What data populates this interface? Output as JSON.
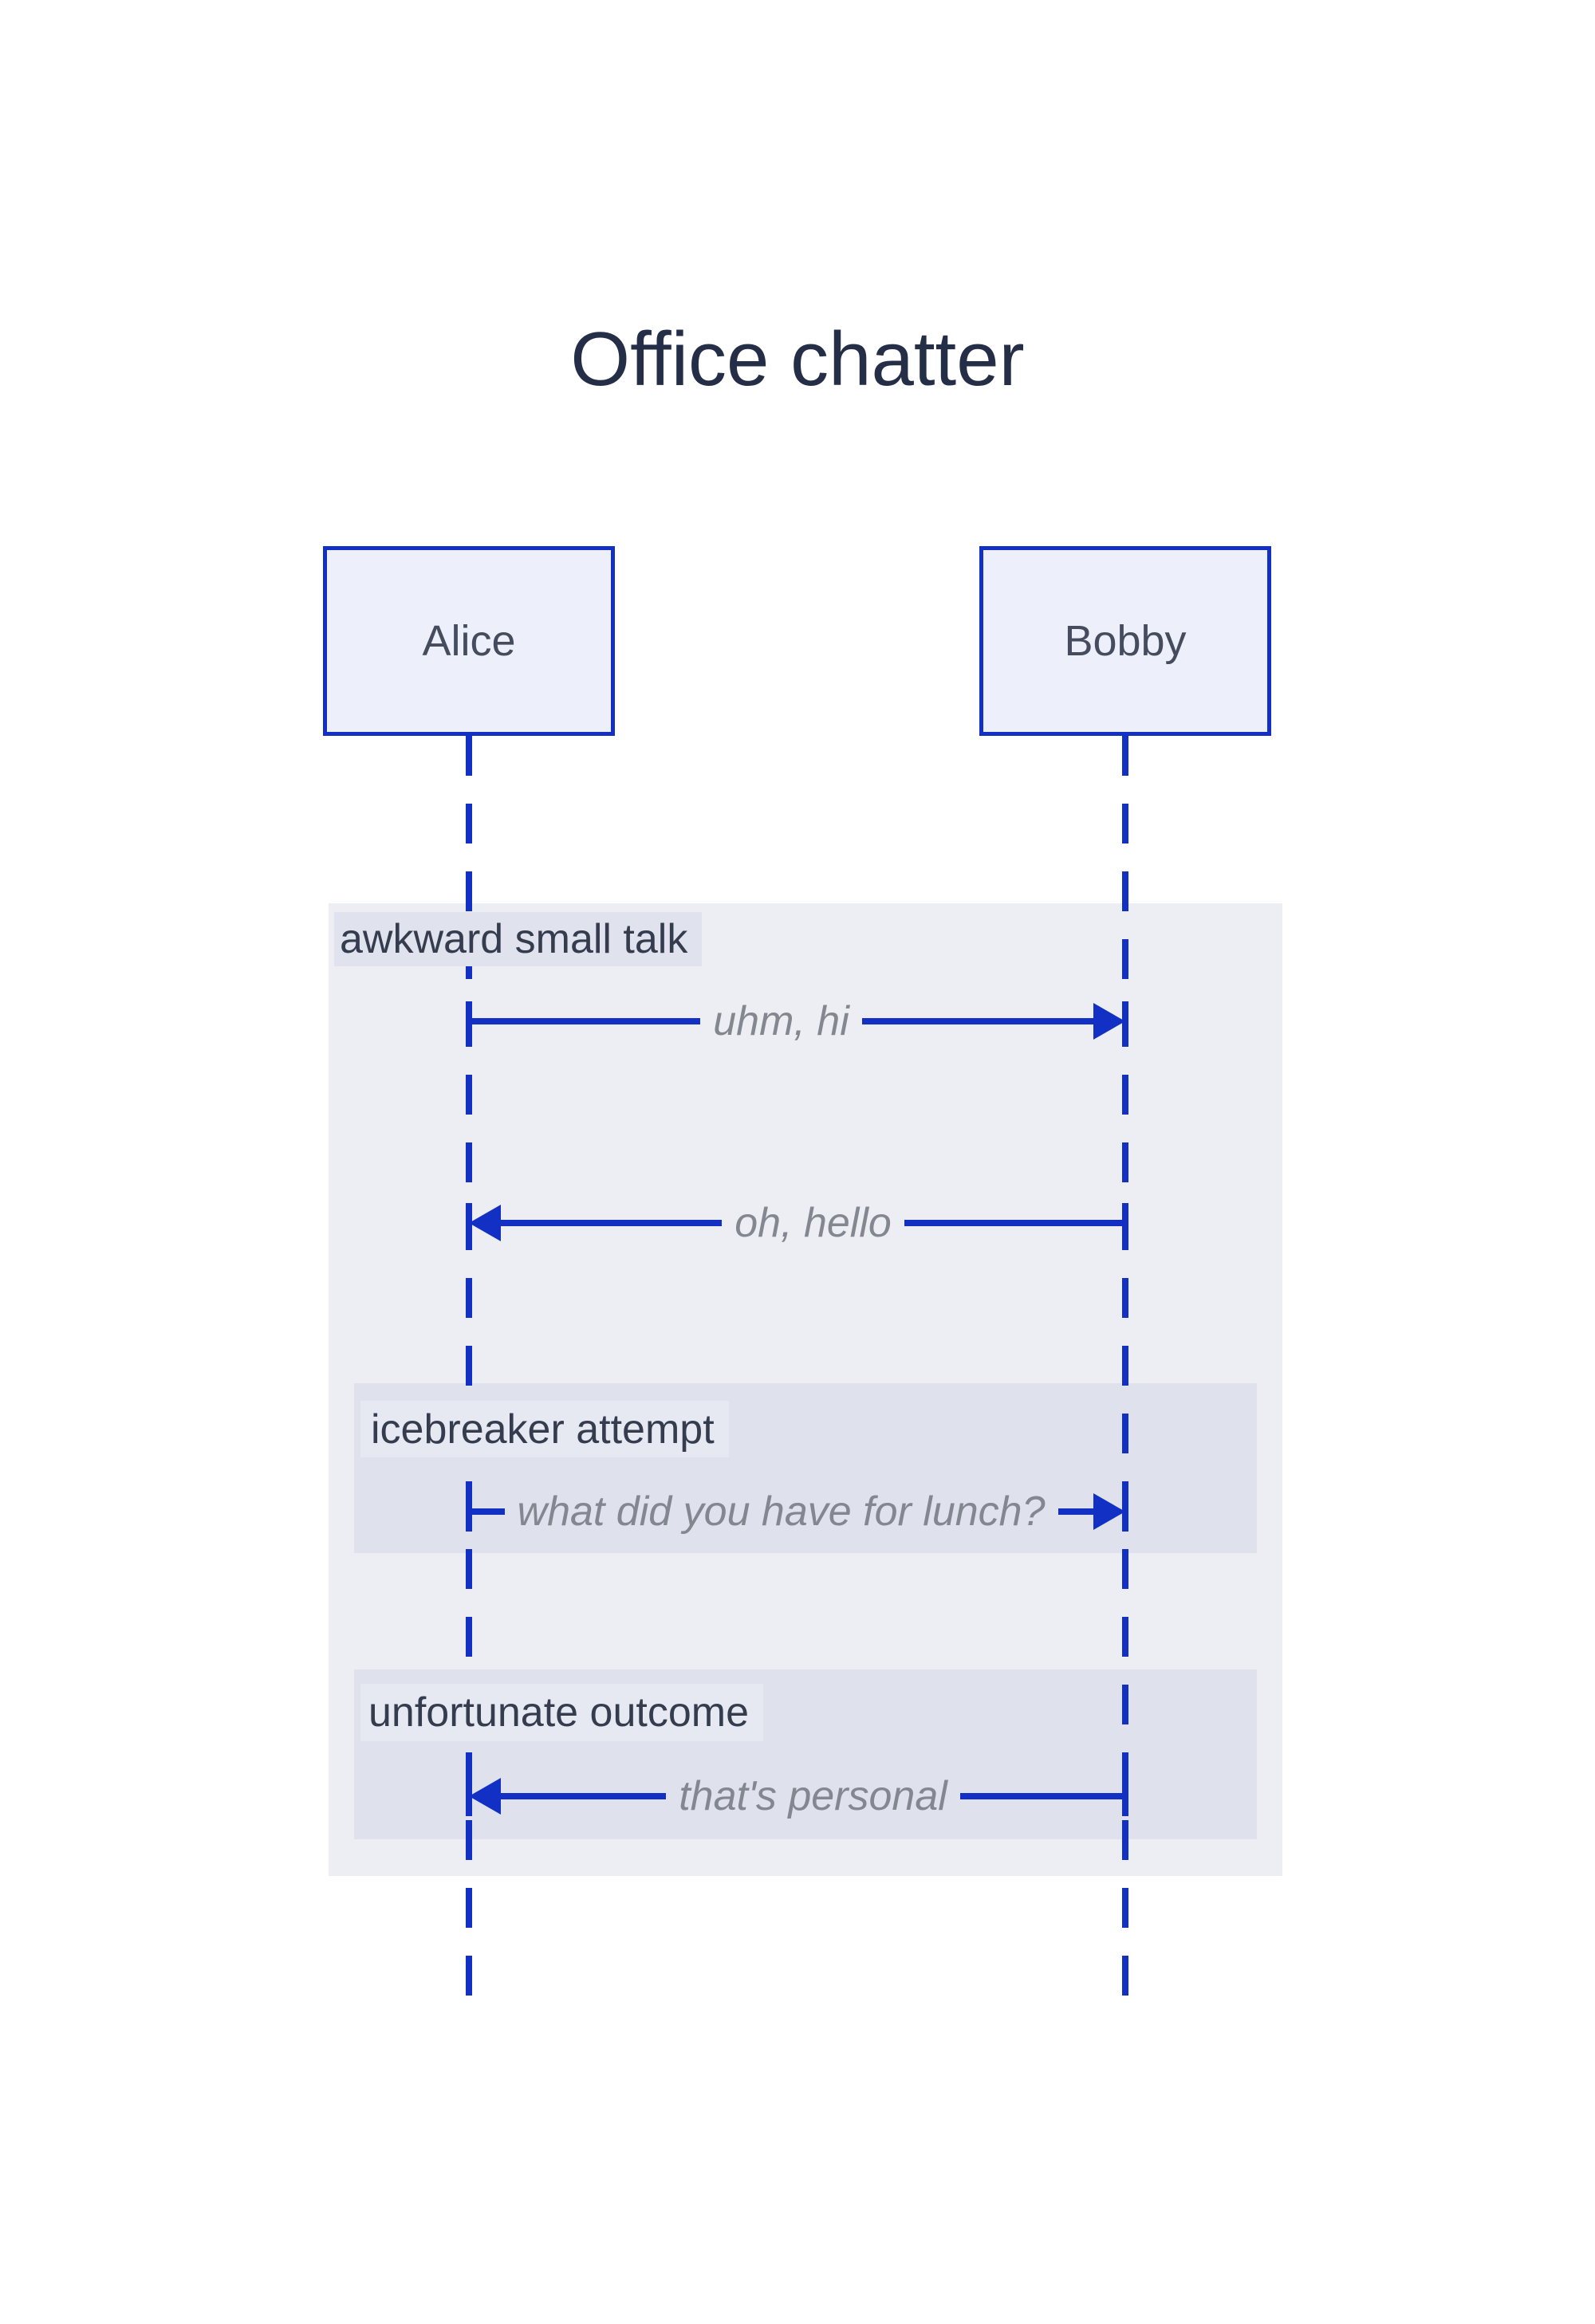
{
  "diagram": {
    "type": "sequence-diagram",
    "title": "Office chatter",
    "actors": [
      {
        "name": "Alice"
      },
      {
        "name": "Bobby"
      }
    ],
    "groups": {
      "outer": {
        "label": "awkward small talk"
      },
      "inner1": {
        "label": "icebreaker attempt"
      },
      "inner2": {
        "label": "unfortunate outcome"
      }
    },
    "messages": [
      {
        "from": "Alice",
        "to": "Bobby",
        "text": "uhm, hi",
        "group": "awkward small talk"
      },
      {
        "from": "Bobby",
        "to": "Alice",
        "text": "oh, hello",
        "group": "awkward small talk"
      },
      {
        "from": "Alice",
        "to": "Bobby",
        "text": "what did you have for lunch?",
        "group": "icebreaker attempt"
      },
      {
        "from": "Bobby",
        "to": "Alice",
        "text": "that's personal",
        "group": "unfortunate outcome"
      }
    ],
    "colors": {
      "accent_blue": "#1231c4",
      "actor_fill": "#edeffa",
      "outer_group_bg": "#edeef4",
      "inner_group_bg": "#dfe2ec",
      "group_label_bg_outer": "#e0e3ee",
      "group_label_bg_inner": "#e6e9f2",
      "title_text": "#242e47",
      "actor_text": "#454c5e",
      "group_label_text": "#343c4e",
      "message_text": "#83878f",
      "page_bg": "#ffffff"
    }
  }
}
